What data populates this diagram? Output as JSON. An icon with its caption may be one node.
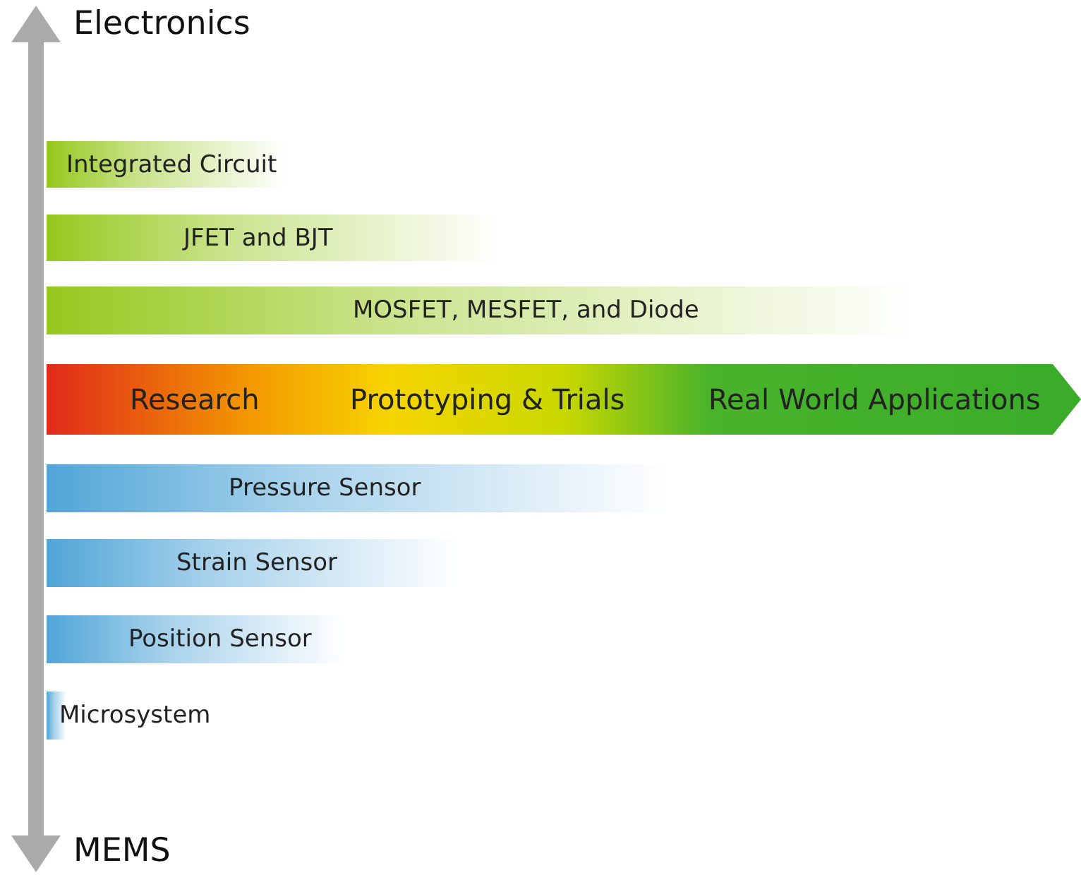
{
  "diagram": {
    "nodes": [
      {
        "text": [
          "Integrated Circuit"
        ]
      },
      {
        "text": [
          "JFET and BJT"
        ]
      },
      {
        "text": [
          "MOSFET, MESFET, and Diode"
        ]
      },
      {
        "text": [
          "Research",
          "Prototyping & Trials",
          "Real World Applications"
        ]
      },
      {
        "text": [
          "Pressure Sensor"
        ]
      },
      {
        "text": [
          "Strain Sensor"
        ]
      },
      {
        "text": [
          "Position Sensor"
        ]
      },
      {
        "text": [
          "Microsystem"
        ]
      }
    ],
    "labels": [
      "Electronics",
      "MEMS"
    ]
  }
}
